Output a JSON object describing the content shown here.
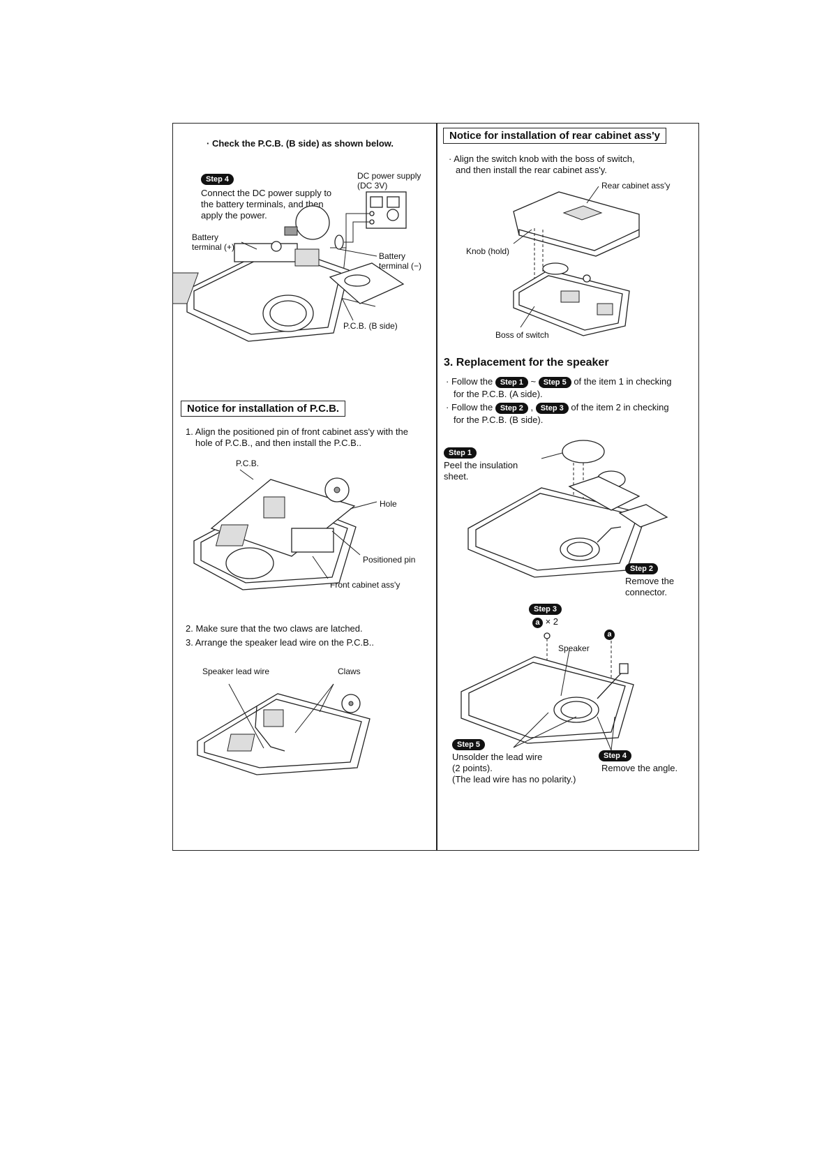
{
  "left": {
    "check_pcb": "· Check the P.C.B. (B side) as shown below.",
    "step4": {
      "badge": "Step 4",
      "text": [
        "Connect the DC power supply to",
        "the battery terminals, and then",
        "apply the power."
      ]
    },
    "dc_supply": [
      "DC power supply",
      "(DC 3V)"
    ],
    "plus": "+",
    "minus": "-",
    "battery_plus": [
      "Battery",
      "terminal (+)"
    ],
    "battery_minus": [
      "Battery",
      "terminal (−)"
    ],
    "pcb_b_side": "P.C.B. (B side)",
    "notice_pcb": "Notice for installation of P.C.B.",
    "item1": [
      "1. Align the positioned pin of front cabinet ass'y with the",
      "hole of P.C.B., and then install the P.C.B.."
    ],
    "pcb_label": "P.C.B.",
    "hole_label": "Hole",
    "positioned_pin": "Positioned pin",
    "front_cabinet": "Front cabinet ass'y",
    "item2": "2. Make sure that the two claws are latched.",
    "item3": "3. Arrange the speaker lead wire on the P.C.B..",
    "speaker_lead": "Speaker lead wire",
    "claws": "Claws"
  },
  "right": {
    "notice_rear": "Notice for installation of rear cabinet ass'y",
    "align": [
      "· Align the switch knob with the boss of switch,",
      "and then install the rear cabinet ass'y."
    ],
    "rear_cabinet": "Rear cabinet ass'y",
    "knob": "Knob (hold)",
    "boss": "Boss of switch",
    "section3": "3. Replacement for the speaker",
    "follow1": {
      "pre": "· Follow the",
      "b1": "Step 1",
      "mid": "~",
      "b2": "Step 5",
      "post": "of the item 1 in checking",
      "line2": "for the P.C.B. (A side)."
    },
    "follow2": {
      "pre": "· Follow the",
      "b1": "Step 2",
      "mid": ",",
      "b2": "Step 3",
      "post": "of the item 2 in checking",
      "line2": "for the P.C.B. (B side)."
    },
    "step1": {
      "badge": "Step 1",
      "text": [
        "Peel the insulation",
        "sheet."
      ]
    },
    "step2": {
      "badge": "Step 2",
      "text": [
        "Remove the",
        "connector."
      ]
    },
    "step3": {
      "badge": "Step 3",
      "screw_mark": "a",
      "screw_count": "× 2"
    },
    "screw_mark_a": "a",
    "speaker": "Speaker",
    "step5": {
      "badge": "Step 5",
      "text": [
        "Unsolder the lead wire",
        "(2 points).",
        "(The lead wire has no polarity.)"
      ]
    },
    "step4": {
      "badge": "Step 4",
      "text": "Remove the angle."
    }
  }
}
